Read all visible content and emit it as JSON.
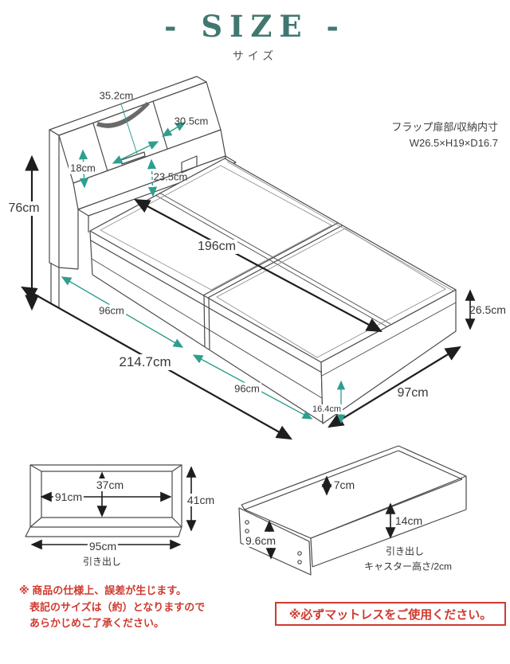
{
  "title": "- SIZE -",
  "subtitle": "サイズ",
  "bed": {
    "flap_note": {
      "line1": "フラップ扉部/収納内寸",
      "line2": "W26.5×H19×D16.7"
    },
    "dims": {
      "flap_center_width": "35.2cm",
      "flap_door_width": "30.5cm",
      "flap_height": "18cm",
      "headboard_depth": "23.5cm",
      "headboard_height": "76cm",
      "sleeping_length": "196cm",
      "half_length_head": "96cm",
      "total_length": "214.7cm",
      "half_length_foot": "96cm",
      "frame_bottom_height": "16.4cm",
      "platform_height": "26.5cm",
      "bed_width": "97cm"
    }
  },
  "drawer_front_view": {
    "inner_height": "37cm",
    "inner_width": "91cm",
    "outer_height": "41cm",
    "outer_width": "95cm",
    "caption": "引き出し"
  },
  "drawer_perspective_view": {
    "side_height": "7cm",
    "front_height": "14cm",
    "end_height": "9.6cm",
    "caption": "引き出し",
    "caster_note": "キャスター高さ/2cm"
  },
  "notes": {
    "disclaimer_line1": "※ 商品の仕様上、誤差が生じます。",
    "disclaimer_line2": "表記のサイズは（約）となりますので",
    "disclaimer_line3": "あらかじめご了承ください。",
    "mattress_warning": "※必ずマットレスをご使用ください。"
  },
  "colors": {
    "accent_teal": "#407870",
    "arrow_teal": "#2f9e8e",
    "warning_red": "#cf3a30",
    "line_dark": "#4a4a4a"
  }
}
